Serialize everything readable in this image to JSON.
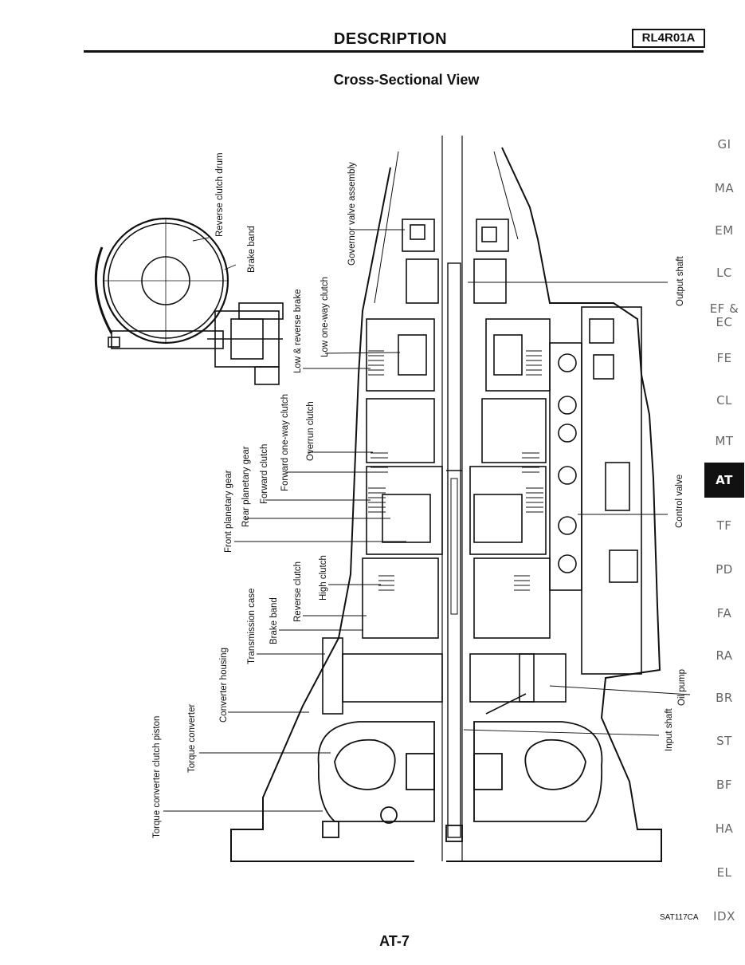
{
  "header": {
    "title": "DESCRIPTION",
    "model": "RL4R01A"
  },
  "subtitle": "Cross-Sectional View",
  "labels": {
    "reverse_clutch_drum": "Reverse clutch drum",
    "brake_band_top": "Brake band",
    "governor_valve_assembly": "Governor valve assembly",
    "low_one_way_clutch": "Low one-way clutch",
    "low_reverse_brake": "Low & reverse brake",
    "overrun_clutch": "Overrun clutch",
    "forward_one_way_clutch": "Forward one-way clutch",
    "forward_clutch": "Forward clutch",
    "rear_planetary_gear": "Rear planetary gear",
    "front_planetary_gear": "Front planetary gear",
    "high_clutch": "High clutch",
    "reverse_clutch": "Reverse clutch",
    "brake_band_bottom": "Brake band",
    "transmission_case": "Transmission case",
    "converter_housing": "Converter housing",
    "torque_converter": "Torque converter",
    "torque_converter_clutch_piston": "Torque converter clutch piston",
    "output_shaft": "Output shaft",
    "control_valve": "Control valve",
    "oil_pump": "Oil pump",
    "input_shaft": "Input shaft"
  },
  "side_index": [
    "GI",
    "MA",
    "EM",
    "LC",
    "EF &",
    "EC",
    "FE",
    "CL",
    "MT",
    "AT",
    "TF",
    "PD",
    "FA",
    "RA",
    "BR",
    "ST",
    "BF",
    "HA",
    "EL",
    "IDX"
  ],
  "figure_code": "SAT117CA",
  "page_number": "AT-7"
}
